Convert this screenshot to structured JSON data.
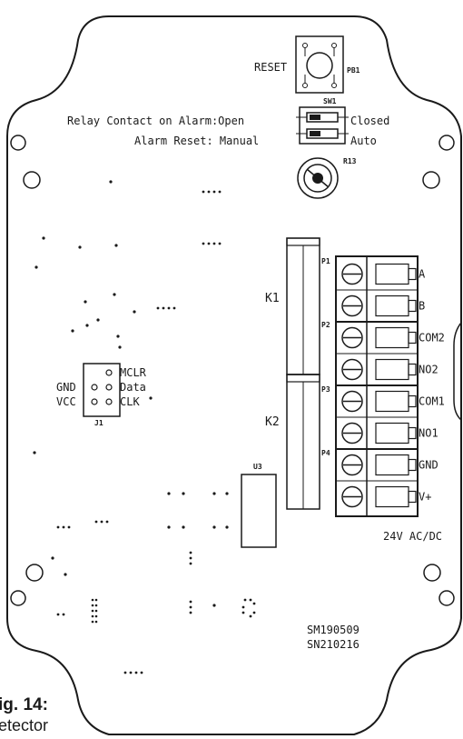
{
  "pushbutton": {
    "label": "RESET",
    "ref": "PB1"
  },
  "switch": {
    "ref": "SW1",
    "row1_left": "Relay Contact on Alarm:Open",
    "row1_right": "Closed",
    "row2_left": "Alarm Reset: Manual",
    "row2_right": "Auto"
  },
  "potentiometer": {
    "ref": "R13"
  },
  "relays": [
    {
      "ref": "K1"
    },
    {
      "ref": "K2"
    }
  ],
  "header_j1": {
    "ref": "J1",
    "pins_right": [
      "MCLR",
      "Data",
      "CLK"
    ],
    "pins_left": [
      "GND",
      "VCC"
    ]
  },
  "ic": {
    "ref": "U3"
  },
  "terminal_block": {
    "groups": [
      "P1",
      "P2",
      "P3",
      "P4"
    ],
    "terminals": [
      "A",
      "B",
      "COM2",
      "NO2",
      "COM1",
      "NO1",
      "GND",
      "V+"
    ],
    "supply": "24V AC/DC"
  },
  "serials": [
    "SM190509",
    "SN210216"
  ],
  "caption": {
    "fig": "ig. 14:",
    "text": "etector"
  }
}
